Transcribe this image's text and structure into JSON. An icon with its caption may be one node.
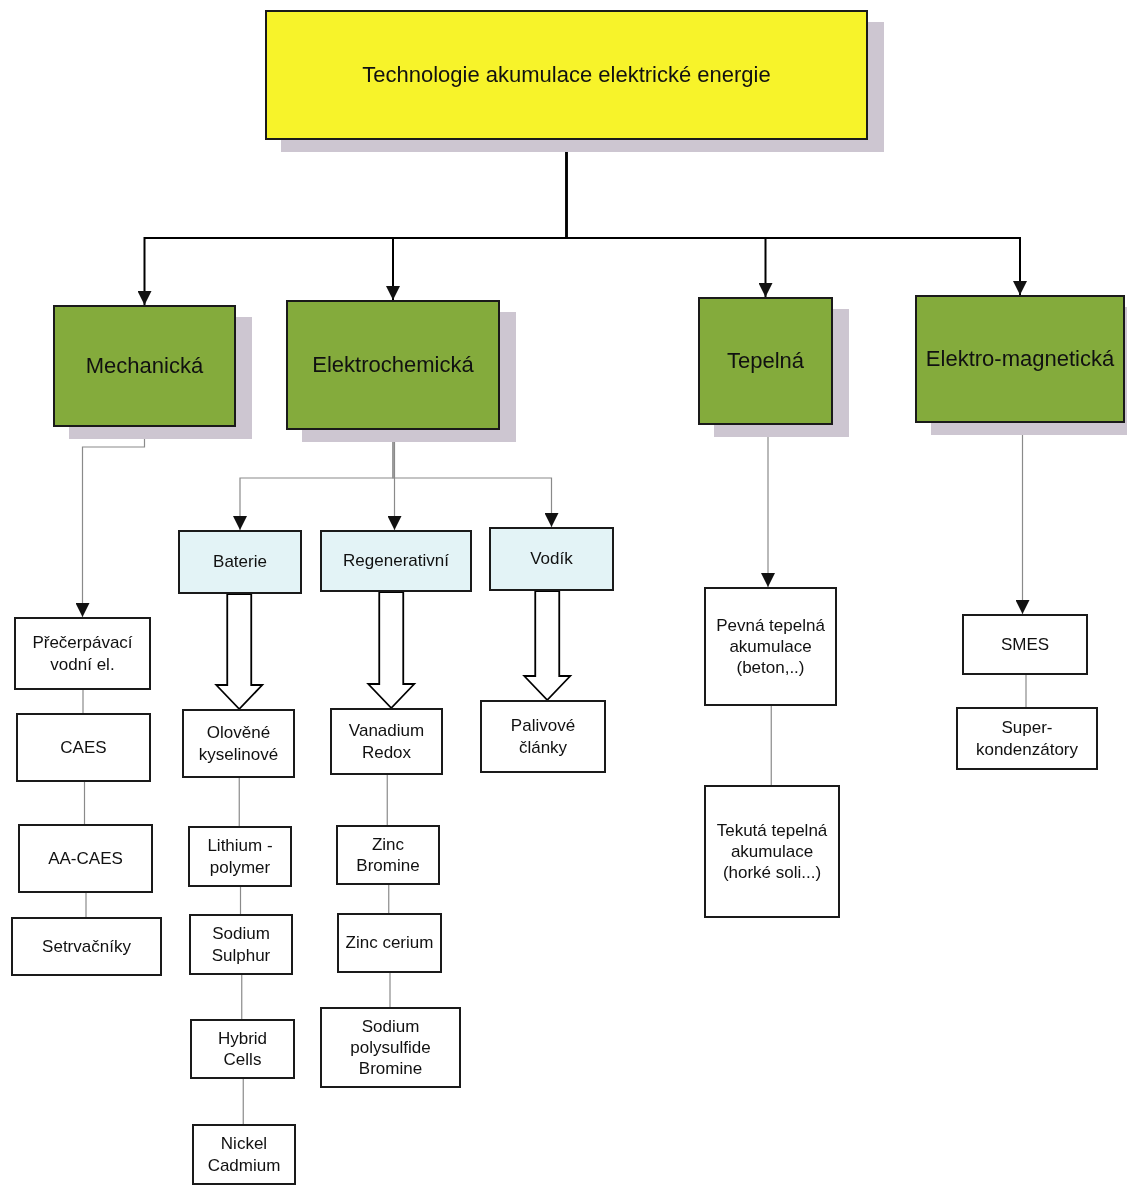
{
  "diagram": {
    "nodes": [
      {
        "text": [
          "Technologie akumulace elektrické energie"
        ]
      },
      {
        "text": [
          "Mechanická"
        ]
      },
      {
        "text": [
          "Elektrochemická"
        ]
      },
      {
        "text": [
          "Tepelná"
        ]
      },
      {
        "text": [
          "Elektro-magnetická"
        ]
      },
      {
        "text": [
          "Baterie"
        ]
      },
      {
        "text": [
          "Regenerativní"
        ]
      },
      {
        "text": [
          "Vodík"
        ]
      },
      {
        "text": [
          "Přečerpávací vodní el."
        ]
      },
      {
        "text": [
          "CAES"
        ]
      },
      {
        "text": [
          "AA-CAES"
        ]
      },
      {
        "text": [
          "Setrvačníky"
        ]
      },
      {
        "text": [
          "Olověné kyselinové"
        ]
      },
      {
        "text": [
          "Lithium - polymer"
        ]
      },
      {
        "text": [
          "Sodium Sulphur"
        ]
      },
      {
        "text": [
          "Hybrid Cells"
        ]
      },
      {
        "text": [
          "Nickel Cadmium"
        ]
      },
      {
        "text": [
          "Vanadium Redox"
        ]
      },
      {
        "text": [
          "Zinc Bromine"
        ]
      },
      {
        "text": [
          "Zinc cerium"
        ]
      },
      {
        "text": [
          "Sodium polysulfide Bromine"
        ]
      },
      {
        "text": [
          "Palivové články"
        ]
      },
      {
        "text": [
          "Pevná tepelná akumulace (beton,..)"
        ]
      },
      {
        "text": [
          "Tekutá tepelná akumulace (horké soli...)"
        ]
      },
      {
        "text": [
          "SMES"
        ]
      },
      {
        "text": [
          "Super-kondenzátory"
        ]
      }
    ],
    "edges": [
      {
        "from": 0,
        "to": 1,
        "arrow": "to",
        "color": "#000000"
      },
      {
        "from": 0,
        "to": 2,
        "arrow": "to",
        "color": "#000000"
      },
      {
        "from": 0,
        "to": 3,
        "arrow": "to",
        "color": "#000000"
      },
      {
        "from": 0,
        "to": 4,
        "arrow": "to",
        "color": "#000000"
      },
      {
        "from": 1,
        "to": 8,
        "arrow": "to"
      },
      {
        "from": 8,
        "to": 9,
        "arrow": "none"
      },
      {
        "from": 9,
        "to": 10,
        "arrow": "none"
      },
      {
        "from": 10,
        "to": 11,
        "arrow": "none"
      },
      {
        "from": 2,
        "to": 5,
        "arrow": "to"
      },
      {
        "from": 2,
        "to": 6,
        "arrow": "to"
      },
      {
        "from": 2,
        "to": 7,
        "arrow": "to"
      },
      {
        "from": 5,
        "to": 12,
        "arrow": "to",
        "style": "thick",
        "color": "#000000"
      },
      {
        "from": 6,
        "to": 17,
        "arrow": "to",
        "style": "thick",
        "color": "#000000"
      },
      {
        "from": 7,
        "to": 21,
        "arrow": "to",
        "style": "thick",
        "color": "#000000"
      },
      {
        "from": 12,
        "to": 13,
        "arrow": "none"
      },
      {
        "from": 13,
        "to": 14,
        "arrow": "none"
      },
      {
        "from": 14,
        "to": 15,
        "arrow": "none"
      },
      {
        "from": 15,
        "to": 16,
        "arrow": "none"
      },
      {
        "from": 17,
        "to": 18,
        "arrow": "none"
      },
      {
        "from": 18,
        "to": 19,
        "arrow": "none"
      },
      {
        "from": 19,
        "to": 20,
        "arrow": "none"
      },
      {
        "from": 3,
        "to": 22,
        "arrow": "to"
      },
      {
        "from": 22,
        "to": 23,
        "arrow": "none"
      },
      {
        "from": 4,
        "to": 24,
        "arrow": "to"
      },
      {
        "from": 24,
        "to": 25,
        "arrow": "none"
      }
    ]
  }
}
